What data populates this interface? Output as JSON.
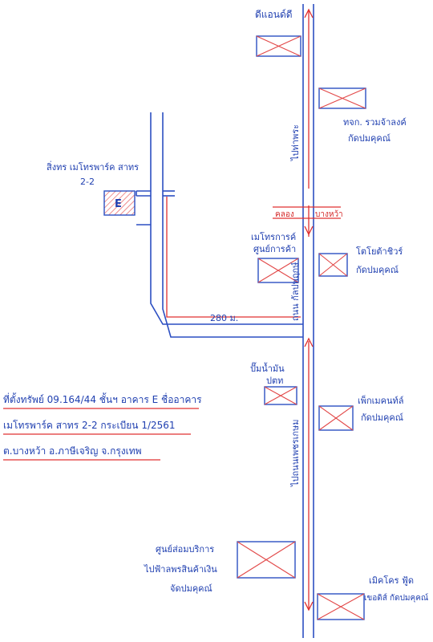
{
  "colors": {
    "road": "#2c4fc2",
    "annotation": "#e03030",
    "building_outline": "#2c4fc2",
    "building_cross": "#e24848",
    "text": "#1f3fb0"
  },
  "landmarks": {
    "top_label": "ดีแอนด์ดี",
    "right_bank": "ทจก. รวมจ้าลงค์",
    "right_bank_sub": "กัดปมคุคณ์",
    "target_bldg": "สิ่งทร เมโทรพาร์ค สาทร",
    "target_bldg_sub": "2-2",
    "target_mark": "E",
    "metro_left": "เมโทรการค์",
    "metro_left_sub": "ศูนย์การค้า",
    "toyota_right": "โตโยต้าชิวร์",
    "toyota_right_sub": "กัดปมคุคณ์",
    "gas_left": "ปั๊มน้ำมัน",
    "gas_left_sub": "ปตท",
    "makro_right": "เพ็กเมคนท์ล์",
    "makro_right_sub": "กัดปมคุคณ์",
    "service_left": "ศูนย์ส่อมบริการ",
    "service_left_sub1": "ไปฟ้าลพรสินค้าเงิน",
    "service_left_sub2": "จัดปมคุคณ์",
    "bottom_right": "เมิคโคร ฟู้ด",
    "bottom_right_sub": "เขอดิส์ กัดปมคุคณ์"
  },
  "road_labels": {
    "to_north": "ไปท่าพระ",
    "main_road": "ถนน กัลปพฤกษ์",
    "to_south": "ไปถนนเพชรเกษม",
    "junction_left": "คลอง",
    "junction_right": "บางหว้า",
    "distance": "280 ม."
  },
  "address": {
    "line1": "ที่ตั้งทรัพย์ 09.164/44 ชั้นฯ อาคาร E ชื่ออาคาร",
    "line2": "เมโทรพาร์ค สาทร 2-2 กระเบียน 1/2561",
    "line3": "ต.บางหว้า อ.ภาษีเจริญ จ.กรุงเทพ"
  }
}
